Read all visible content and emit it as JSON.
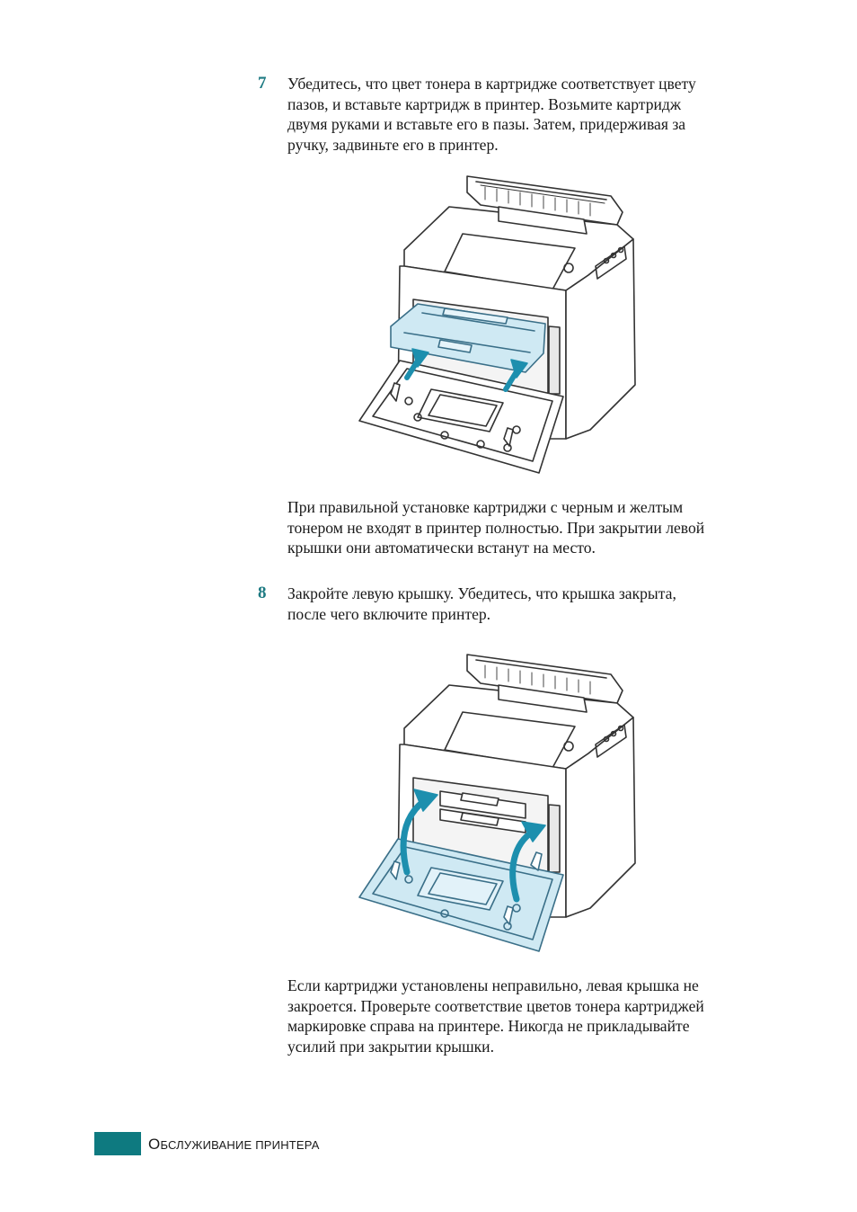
{
  "step7": {
    "number": "7",
    "lines": [
      "Убедитесь, что цвет тонера в картридже соответствует цвету",
      "пазов, и вставьте картридж в принтер. Возьмите картридж",
      "двумя руками и вставьте его в пазы. Затем, придерживая за",
      "ручку, задвиньте его в принтер."
    ]
  },
  "note1": {
    "lines": [
      "При правильной установке картриджи с черным и желтым",
      "тонером не входят в принтер полностью. При закрытии левой",
      "крышки они автоматически встанут на место."
    ]
  },
  "step8": {
    "number": "8",
    "lines": [
      "Закройте левую крышку. Убедитесь, что крышка закрыта,",
      "после чего включите принтер."
    ]
  },
  "note2": {
    "lines": [
      "Если картриджи установлены неправильно, левая крышка не",
      "закроется. Проверьте соответствие цветов тонера картриджей",
      "маркировке справа на принтере. Никогда не прикладывайте",
      "усилий при закрытии крышки."
    ]
  },
  "footer": {
    "first_letter": "О",
    "rest": "БСЛУЖИВАНИЕ ПРИНТЕРА",
    "accent_color": "#0e7a80"
  },
  "colors": {
    "step_number": "#1d7a82",
    "highlight_fill": "#cfe9f3",
    "arrow": "#1d8fae"
  },
  "icons": {
    "figure1": "printer-insert-cartridge-illustration",
    "figure2": "printer-close-cover-illustration"
  }
}
